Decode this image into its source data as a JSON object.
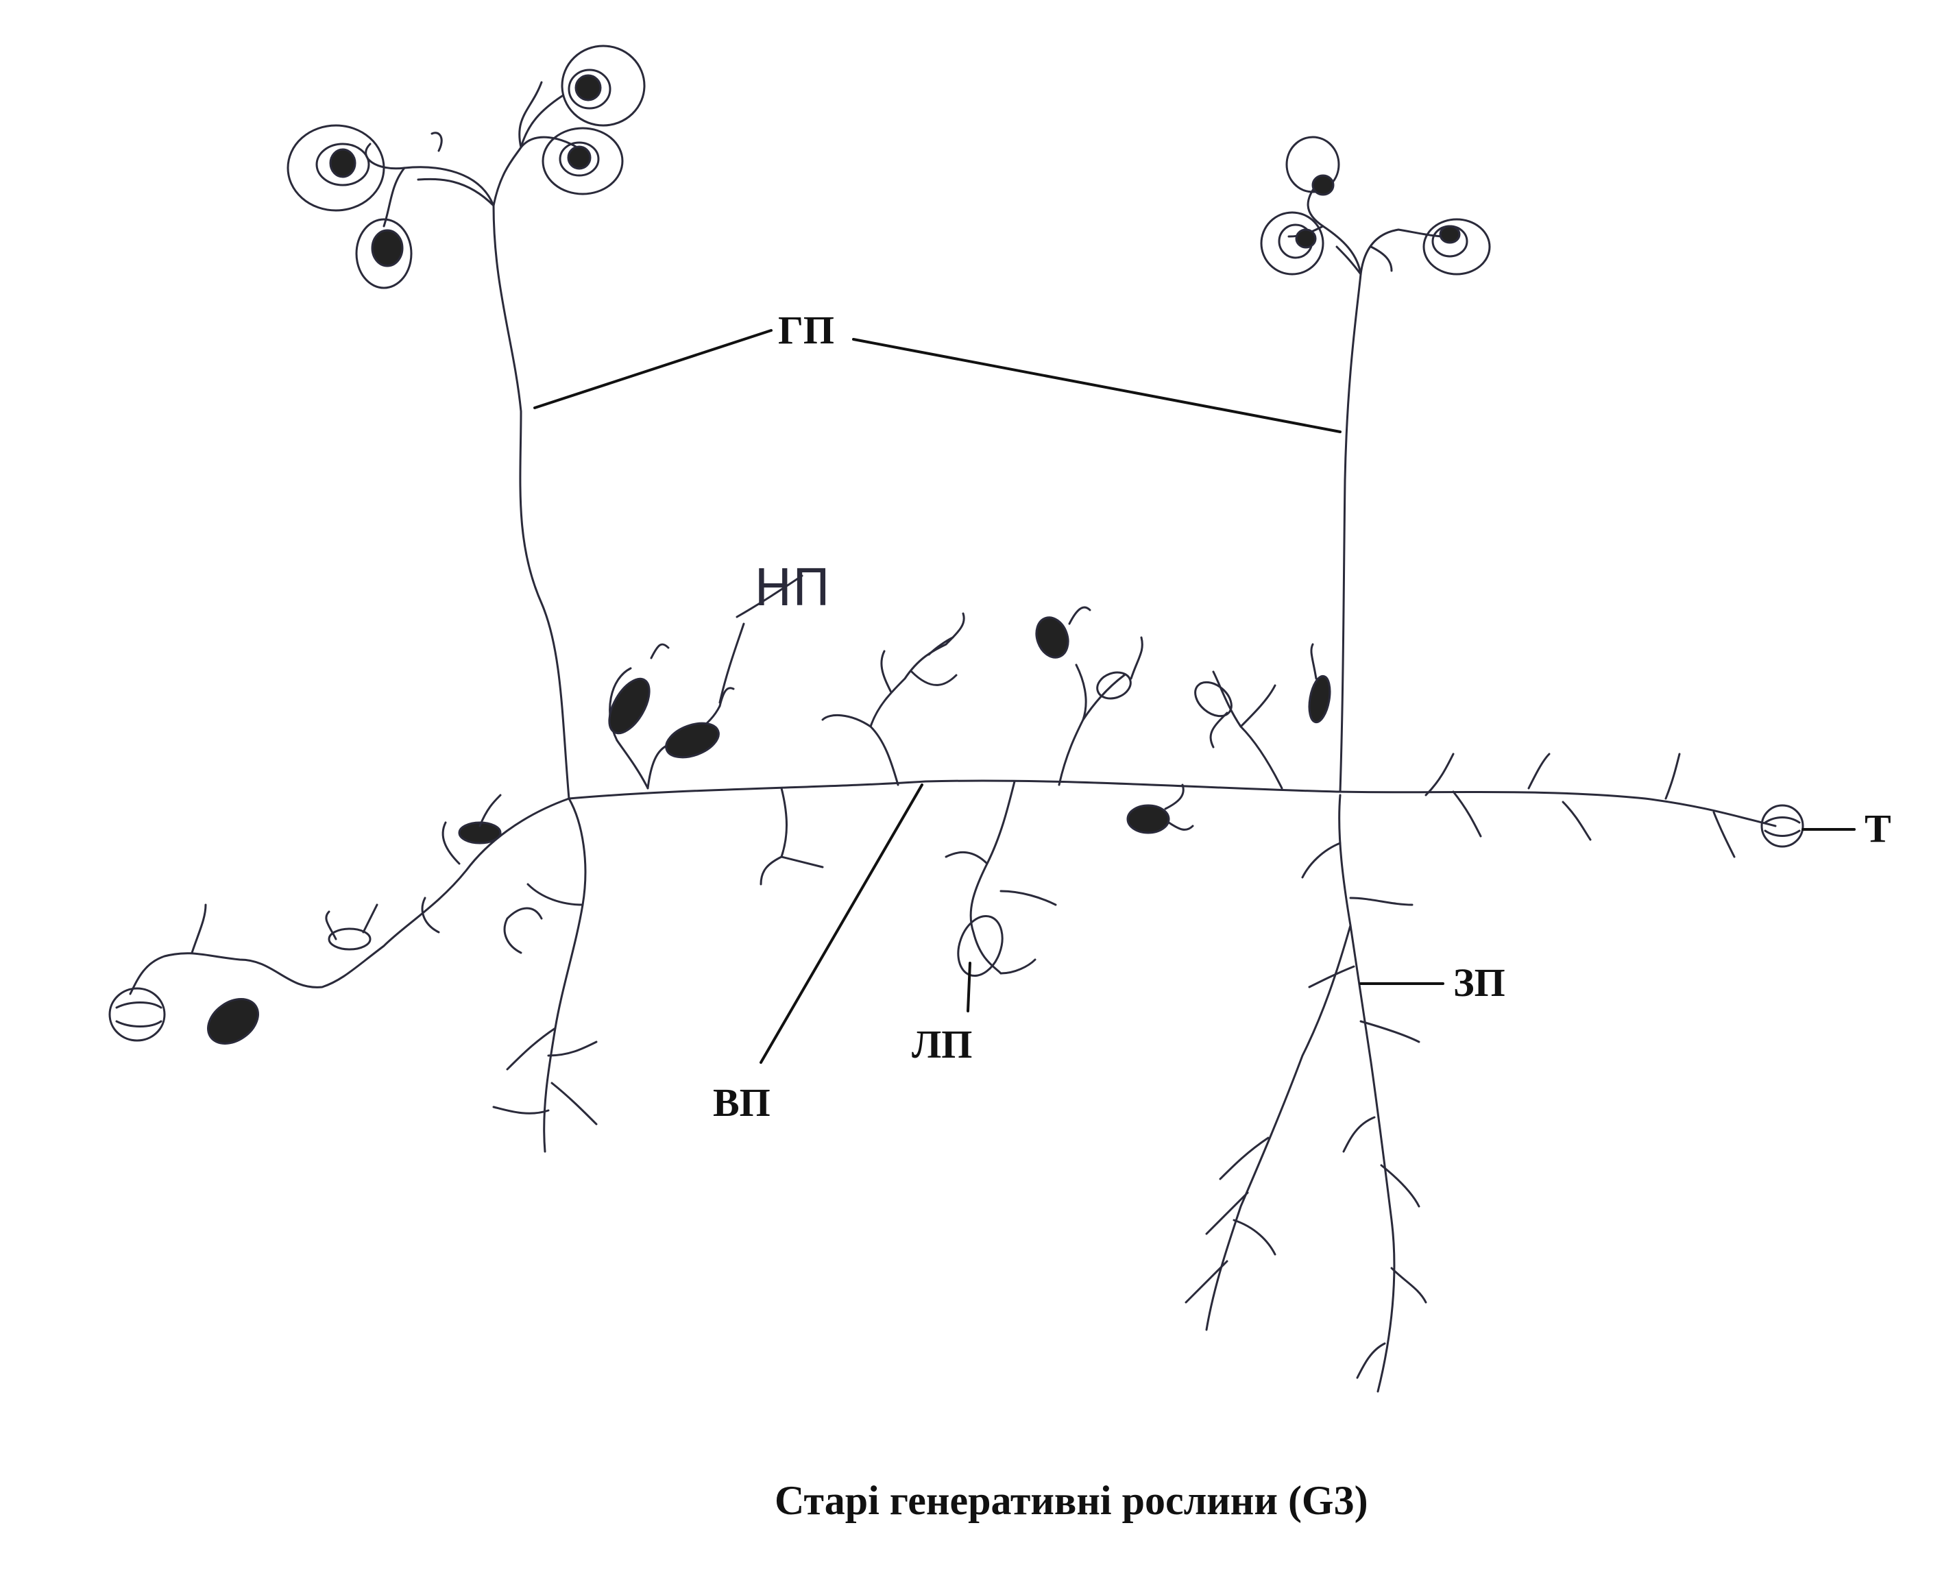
{
  "labels": {
    "gp": "ГП",
    "np": "НП",
    "vp": "ВП",
    "lp": "ЛП",
    "zp": "ЗП",
    "t": "Т"
  },
  "caption": "Старі генеративні рослини (G3)",
  "colors": {
    "ink": "#2a2a3a",
    "leaf_fill": "#222222",
    "label": "#111111"
  }
}
